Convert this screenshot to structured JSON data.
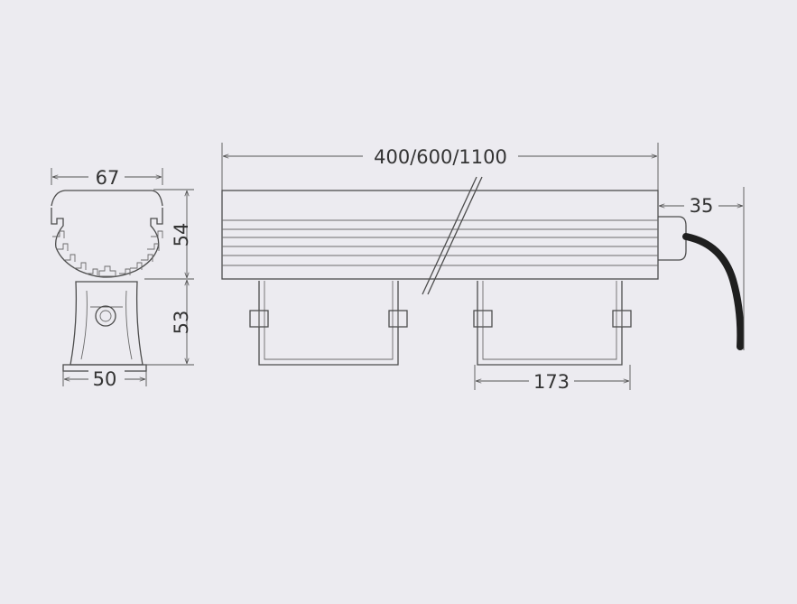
{
  "dimensions": {
    "width": "67",
    "profile_height": "54",
    "bracket_height": "53",
    "base_width": "50",
    "length": "400/600/1100",
    "cable_offset": "35",
    "bracket_spacing": "173"
  },
  "colors": {
    "background": "#ecebf0",
    "line": "#4d4d4d",
    "cable": "#1f1f1f"
  }
}
